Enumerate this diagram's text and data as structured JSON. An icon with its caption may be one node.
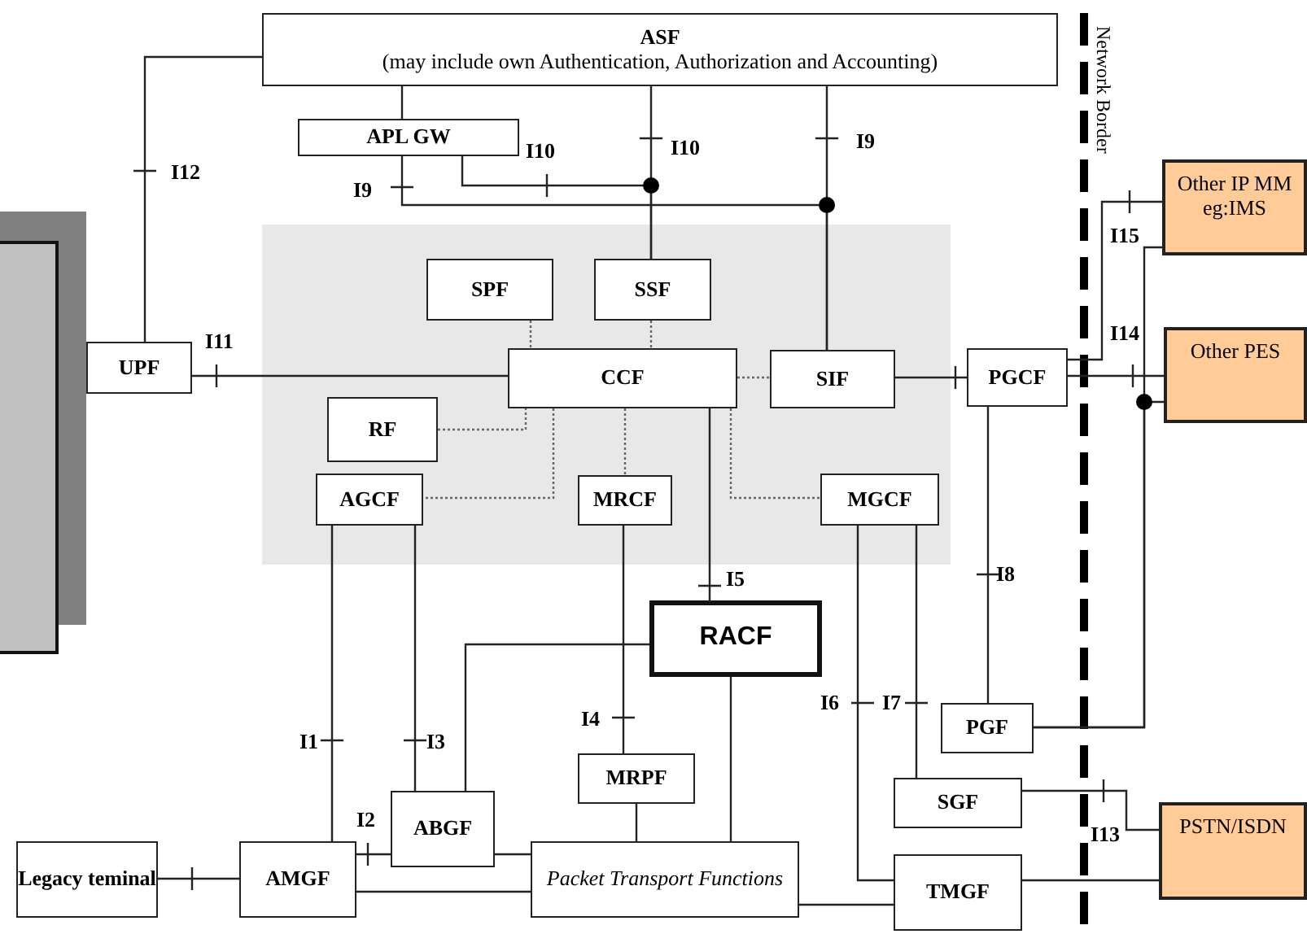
{
  "diagram": {
    "nodes": [
      {
        "text": [
          "ASF",
          "(may include own Authentication, Authorization and Accounting)"
        ]
      },
      {
        "text": [
          "APL GW"
        ]
      },
      {
        "text": [],
        "shape": "box"
      },
      {
        "text": [
          "SPF"
        ],
        "in": 2
      },
      {
        "text": [
          "SSF"
        ],
        "in": 2
      },
      {
        "text": [
          "CCF"
        ],
        "in": 2
      },
      {
        "text": [
          "SIF"
        ],
        "in": 2
      },
      {
        "text": [
          "RF"
        ],
        "in": 2
      },
      {
        "text": [
          "AGCF"
        ],
        "in": 2
      },
      {
        "text": [
          "MRCF"
        ],
        "in": 2
      },
      {
        "text": [
          "MGCF"
        ],
        "in": 2
      },
      {
        "text": [
          "UPF"
        ]
      },
      {
        "text": [],
        "shape": "box"
      },
      {
        "text": [
          "PGCF"
        ]
      },
      {
        "text": [
          "Other IP MM eg:IMS"
        ]
      },
      {
        "text": [
          "Other PES"
        ]
      },
      {
        "text": [
          "RACF"
        ]
      },
      {
        "text": [
          "PGF"
        ]
      },
      {
        "text": [
          "SGF"
        ]
      },
      {
        "text": [
          "PSTN/ISDN"
        ]
      },
      {
        "text": [
          "ABGF"
        ]
      },
      {
        "text": [
          "MRPF"
        ]
      },
      {
        "text": [
          "Packet Transport Functions"
        ]
      },
      {
        "text": [
          "AMGF"
        ]
      },
      {
        "text": [
          "Legacy teminal"
        ]
      },
      {
        "text": [
          "TMGF"
        ]
      }
    ],
    "edges": [
      {
        "from": 0,
        "to": 11,
        "arrow": "none",
        "label": "I12"
      },
      {
        "from": 0,
        "to": 1,
        "arrow": "none"
      },
      {
        "from": 0,
        "to": 6,
        "arrow": "none",
        "label": "I9"
      },
      {
        "from": 1,
        "to": 6,
        "arrow": "none",
        "label": "I9"
      },
      {
        "from": 0,
        "to": 4,
        "arrow": "none",
        "label": "I10"
      },
      {
        "from": 1,
        "to": 4,
        "arrow": "none",
        "label": "I10"
      },
      {
        "from": 11,
        "to": 5,
        "arrow": "none",
        "label": "I11"
      },
      {
        "from": 3,
        "to": 5,
        "arrow": "none",
        "style": "dashed"
      },
      {
        "from": 4,
        "to": 5,
        "arrow": "none",
        "style": "dashed"
      },
      {
        "from": 5,
        "to": 6,
        "arrow": "none",
        "style": "dashed"
      },
      {
        "from": 7,
        "to": 5,
        "arrow": "none",
        "style": "dashed"
      },
      {
        "from": 5,
        "to": 8,
        "arrow": "none",
        "style": "dashed"
      },
      {
        "from": 5,
        "to": 9,
        "arrow": "none",
        "style": "dashed"
      },
      {
        "from": 5,
        "to": 10,
        "arrow": "none",
        "style": "dashed"
      },
      {
        "from": 5,
        "to": 16,
        "arrow": "none",
        "label": "I5"
      },
      {
        "from": 6,
        "to": 13,
        "arrow": "none"
      },
      {
        "from": 13,
        "to": 14,
        "arrow": "none",
        "label": "I15"
      },
      {
        "from": 13,
        "to": 15,
        "arrow": "none",
        "label": "I14"
      },
      {
        "from": 17,
        "to": 14,
        "arrow": "none"
      },
      {
        "from": 17,
        "to": 15,
        "arrow": "none"
      },
      {
        "from": 13,
        "to": 17,
        "arrow": "none",
        "label": "I8"
      },
      {
        "from": 8,
        "to": 23,
        "arrow": "none",
        "label": "I1"
      },
      {
        "from": 8,
        "to": 20,
        "arrow": "none",
        "label": "I3"
      },
      {
        "from": 9,
        "to": 21,
        "arrow": "none",
        "label": "I4"
      },
      {
        "from": 16,
        "to": 20,
        "arrow": "none"
      },
      {
        "from": 16,
        "to": 22,
        "arrow": "none"
      },
      {
        "from": 10,
        "to": 25,
        "arrow": "none",
        "label": "I6"
      },
      {
        "from": 10,
        "to": 18,
        "arrow": "none",
        "label": "I7"
      },
      {
        "from": 18,
        "to": 19,
        "arrow": "none",
        "label": "I13"
      },
      {
        "from": 25,
        "to": 19,
        "arrow": "none"
      },
      {
        "from": 23,
        "to": 20,
        "arrow": "none",
        "label": "I2"
      },
      {
        "from": 20,
        "to": 22,
        "arrow": "none"
      },
      {
        "from": 23,
        "to": 22,
        "arrow": "none"
      },
      {
        "from": 21,
        "to": 22,
        "arrow": "none"
      },
      {
        "from": 24,
        "to": 23,
        "arrow": "none"
      },
      {
        "from": 22,
        "to": 25,
        "arrow": "none"
      }
    ],
    "labels": [
      "Network Border"
    ]
  }
}
